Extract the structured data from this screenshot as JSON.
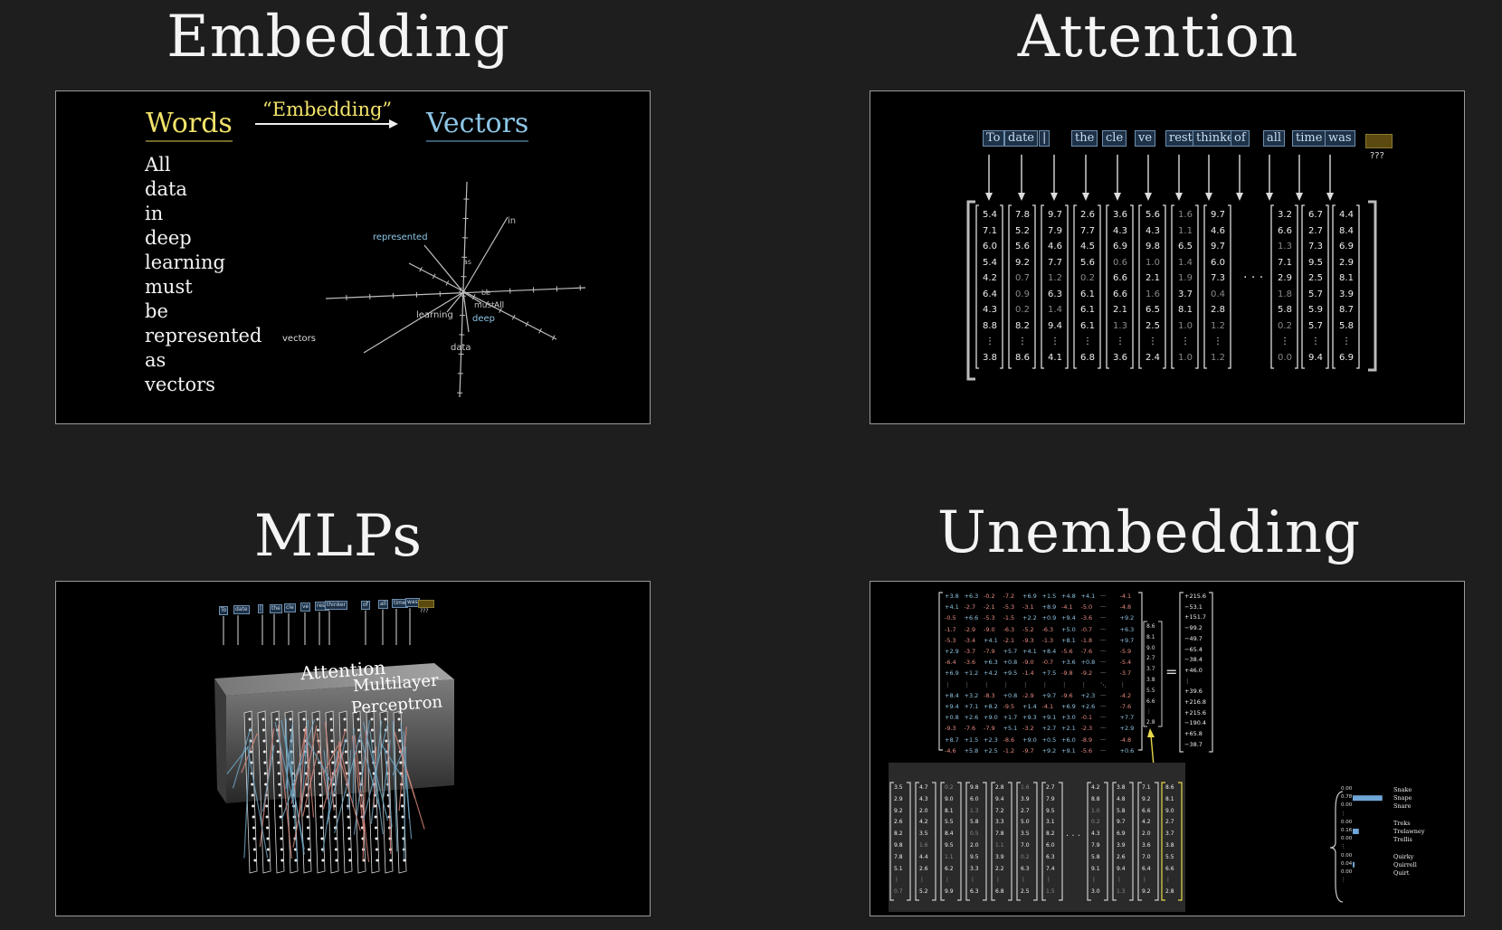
{
  "titles": {
    "embedding": "Embedding",
    "attention": "Attention",
    "mlps": "MLPs",
    "unembedding": "Unembedding"
  },
  "embedding": {
    "words_label": "Words",
    "arrow_label": "“Embedding”",
    "vectors_label": "Vectors",
    "sentence": [
      "All",
      "data",
      "in",
      "deep",
      "learning",
      "must",
      "be",
      "represented",
      "as",
      "vectors"
    ],
    "plot_labels": {
      "represented": "represented",
      "in": "in",
      "as": "as",
      "be": "be",
      "must": "must",
      "all": "All",
      "learning": "learning",
      "deep": "deep",
      "data": "data",
      "vectors": "vectors"
    },
    "colors": {
      "words": "#f2e36a",
      "vectors": "#8ec6e6"
    }
  },
  "attention": {
    "tokens": [
      "To",
      "date",
      "|",
      "the",
      "cle",
      "ve",
      "rest",
      "thinker",
      "of",
      "all",
      "time",
      "was"
    ],
    "unknown": "???",
    "ellipsis": "· · ·",
    "columns": [
      [
        "5.4",
        "7.1",
        "6.0",
        "5.4",
        "4.2",
        "6.4",
        "4.3",
        "8.8",
        "⋮",
        "3.8"
      ],
      [
        "7.8",
        "5.2",
        "5.6",
        "9.2",
        "0.7",
        "0.9",
        "0.2",
        "8.2",
        "⋮",
        "8.6"
      ],
      [
        "9.7",
        "7.9",
        "4.6",
        "7.7",
        "1.2",
        "6.3",
        "1.4",
        "9.4",
        "⋮",
        "4.1"
      ],
      [
        "2.6",
        "7.7",
        "4.5",
        "5.6",
        "0.2",
        "6.1",
        "6.1",
        "6.1",
        "⋮",
        "6.8"
      ],
      [
        "3.6",
        "4.3",
        "6.9",
        "0.6",
        "6.6",
        "6.6",
        "2.1",
        "1.3",
        "⋮",
        "3.6"
      ],
      [
        "5.6",
        "4.3",
        "9.8",
        "1.0",
        "2.1",
        "1.6",
        "6.5",
        "2.5",
        "⋮",
        "2.4"
      ],
      [
        "1.6",
        "1.1",
        "6.5",
        "1.4",
        "1.9",
        "3.7",
        "8.1",
        "1.0",
        "⋮",
        "1.0"
      ],
      [
        "9.7",
        "4.6",
        "9.7",
        "6.0",
        "7.3",
        "0.4",
        "2.8",
        "1.2",
        "⋮",
        "1.2"
      ],
      [
        "3.2",
        "6.6",
        "1.3",
        "7.1",
        "2.9",
        "1.8",
        "5.8",
        "0.2",
        "⋮",
        "0.0"
      ],
      [
        "6.7",
        "2.7",
        "7.3",
        "9.5",
        "2.5",
        "5.7",
        "5.9",
        "5.7",
        "⋮",
        "9.4"
      ],
      [
        "4.4",
        "8.4",
        "6.9",
        "2.9",
        "8.1",
        "3.9",
        "8.7",
        "5.8",
        "⋮",
        "6.9"
      ]
    ]
  },
  "mlps": {
    "label_attention": "Attention",
    "label_multilayer": "Multilayer",
    "label_perceptron": "Perceptron",
    "tokens": [
      "To",
      "date",
      "|",
      "the",
      "cle",
      "ve",
      "rest",
      "thinker",
      "of",
      "all",
      "time",
      "was"
    ],
    "unknown": "???"
  },
  "unembedding": {
    "matrix_rows": [
      [
        "+3.8",
        "+6.3",
        "-0.2",
        "-7.2",
        "+6.9",
        "+1.5",
        "+4.8",
        "+4.1",
        "···",
        "-4.1"
      ],
      [
        "+4.1",
        "-2.7",
        "-2.1",
        "-5.3",
        "-3.1",
        "+8.9",
        "-4.1",
        "-5.0",
        "···",
        "-4.8"
      ],
      [
        "-0.5",
        "+6.6",
        "-5.3",
        "-1.5",
        "+2.2",
        "+0.9",
        "+9.4",
        "-3.6",
        "···",
        "+9.2"
      ],
      [
        "-1.7",
        "-2.9",
        "-9.0",
        "-6.3",
        "-5.2",
        "-6.3",
        "+5.0",
        "-0.7",
        "···",
        "+6.3"
      ],
      [
        "-5.3",
        "-3.4",
        "+4.1",
        "-2.1",
        "-9.3",
        "-1.3",
        "+8.1",
        "-1.8",
        "···",
        "+9.7"
      ],
      [
        "+2.9",
        "-3.7",
        "-7.9",
        "+5.7",
        "+4.1",
        "+8.4",
        "-5.6",
        "-7.6",
        "···",
        "-5.9"
      ],
      [
        "-6.4",
        "-3.6",
        "+6.3",
        "+0.8",
        "-9.0",
        "-0.7",
        "+3.6",
        "+0.8",
        "···",
        "-5.4"
      ],
      [
        "+6.9",
        "+1.2",
        "+4.2",
        "+9.5",
        "-1.4",
        "+7.5",
        "-9.8",
        "-9.2",
        "···",
        "-3.7"
      ],
      [
        "⋮",
        "⋮",
        "⋮",
        "⋮",
        "⋮",
        "⋮",
        "⋮",
        "⋮",
        "⋱",
        "⋮"
      ],
      [
        "+8.4",
        "+3.2",
        "-8.3",
        "+0.8",
        "-2.9",
        "+9.7",
        "-9.6",
        "+2.3",
        "···",
        "-4.2"
      ],
      [
        "+9.4",
        "+7.1",
        "+8.2",
        "-9.5",
        "+1.4",
        "-4.1",
        "+6.9",
        "+2.6",
        "···",
        "-7.6"
      ],
      [
        "+0.8",
        "+2.6",
        "+9.0",
        "+1.7",
        "+9.3",
        "+9.1",
        "+3.0",
        "-0.1",
        "···",
        "+7.7"
      ],
      [
        "-9.3",
        "-7.6",
        "-7.9",
        "+5.1",
        "-3.2",
        "+2.7",
        "+2.1",
        "-2.3",
        "···",
        "+2.9"
      ],
      [
        "+8.7",
        "+1.5",
        "+2.3",
        "-8.6",
        "+9.0",
        "+0.5",
        "+6.0",
        "-8.9",
        "···",
        "-4.8"
      ],
      [
        "-4.6",
        "+5.8",
        "+2.5",
        "-1.2",
        "-9.7",
        "+9.2",
        "+9.1",
        "-5.6",
        "···",
        "+0.6"
      ]
    ],
    "vector": [
      "8.6",
      "8.1",
      "9.0",
      "2.7",
      "3.7",
      "3.8",
      "5.5",
      "6.6",
      "⋮",
      "2.8"
    ],
    "equals": "=",
    "result": [
      "+215.6",
      "−53.1",
      "+151.7",
      "−99.2",
      "−49.7",
      "−65.4",
      "−38.4",
      "+46.0",
      "⋮",
      "+39.6",
      "+216.8",
      "+215.6",
      "−190.4",
      "+65.8",
      "−38.7"
    ],
    "bottom_columns": [
      [
        "3.5",
        "2.9",
        "9.2",
        "2.6",
        "8.2",
        "9.8",
        "7.8",
        "5.1",
        "⋮",
        "0.7"
      ],
      [
        "4.7",
        "4.3",
        "2.0",
        "4.2",
        "3.5",
        "1.6",
        "4.4",
        "2.6",
        "⋮",
        "5.2"
      ],
      [
        "0.2",
        "9.0",
        "8.1",
        "5.5",
        "8.4",
        "9.5",
        "1.1",
        "6.2",
        "⋮",
        "9.9"
      ],
      [
        "9.8",
        "6.0",
        "1.3",
        "5.8",
        "0.5",
        "2.0",
        "9.5",
        "3.3",
        "⋮",
        "6.3"
      ],
      [
        "2.8",
        "9.4",
        "7.2",
        "3.3",
        "7.8",
        "1.1",
        "3.9",
        "2.2",
        "⋮",
        "6.8"
      ],
      [
        "1.6",
        "3.9",
        "2.7",
        "5.0",
        "3.5",
        "7.0",
        "0.2",
        "6.3",
        "⋮",
        "2.5"
      ],
      [
        "2.7",
        "7.9",
        "9.5",
        "3.1",
        "8.2",
        "6.0",
        "6.3",
        "7.4",
        "⋮",
        "1.5"
      ],
      [
        "4.2",
        "8.8",
        "1.0",
        "0.2",
        "4.3",
        "7.9",
        "5.8",
        "9.1",
        "⋮",
        "3.0"
      ],
      [
        "3.8",
        "4.8",
        "5.8",
        "9.7",
        "6.9",
        "3.9",
        "2.6",
        "9.4",
        "⋮",
        "1.3"
      ],
      [
        "7.1",
        "9.2",
        "6.6",
        "4.2",
        "2.0",
        "3.6",
        "7.0",
        "6.4",
        "⋮",
        "9.2"
      ],
      [
        "8.6",
        "8.1",
        "9.0",
        "2.7",
        "3.7",
        "3.8",
        "5.5",
        "6.6",
        "⋮",
        "2.8"
      ]
    ],
    "bottom_ellipsis": "· · ·",
    "probs": [
      {
        "value": "0.00",
        "word": "Snake",
        "fill": 0
      },
      {
        "value": "0.78",
        "word": "Snape",
        "fill": 0.78
      },
      {
        "value": "0.00",
        "word": "Snare",
        "fill": 0
      },
      {
        "value": "⋮",
        "word": "",
        "fill": 0
      },
      {
        "value": "0.00",
        "word": "Treks",
        "fill": 0
      },
      {
        "value": "0.16",
        "word": "Trelawney",
        "fill": 0.16
      },
      {
        "value": "0.00",
        "word": "Trellis",
        "fill": 0
      },
      {
        "value": "⋮",
        "word": "",
        "fill": 0
      },
      {
        "value": "0.00",
        "word": "Quirky",
        "fill": 0
      },
      {
        "value": "0.04",
        "word": "Quirrell",
        "fill": 0.04
      },
      {
        "value": "0.00",
        "word": "Quirt",
        "fill": 0
      },
      {
        "value": "⋮",
        "word": "",
        "fill": 0
      }
    ]
  }
}
